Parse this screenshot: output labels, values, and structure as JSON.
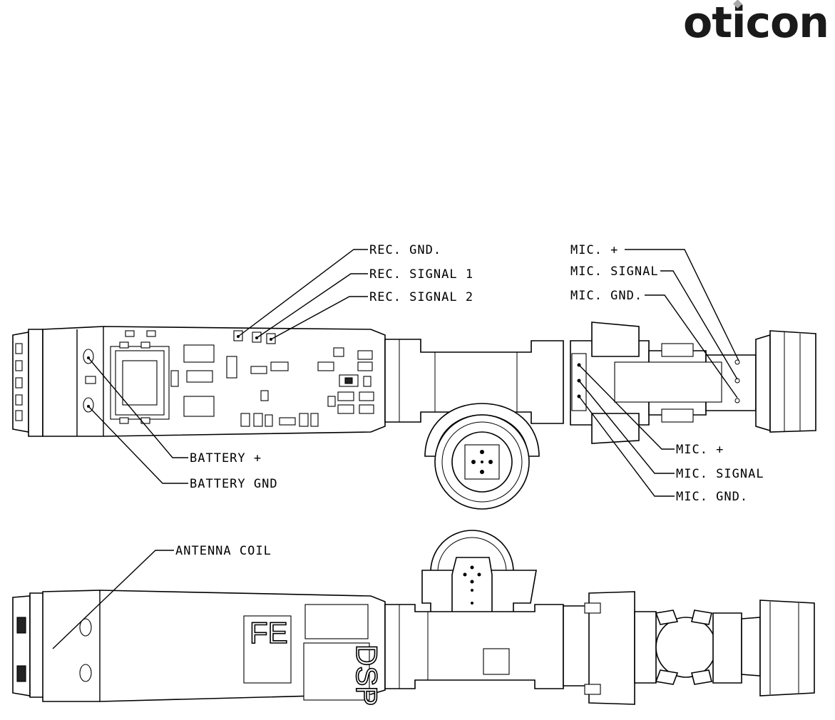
{
  "logo": {
    "text": "oticon",
    "dot_color": "#a8a8a8"
  },
  "top_view": {
    "labels": {
      "rec_gnd": "REC. GND.",
      "rec_signal_1": "REC. SIGNAL 1",
      "rec_signal_2": "REC. SIGNAL 2",
      "mic_plus_top": "MIC. +",
      "mic_signal_top": "MIC. SIGNAL",
      "mic_gnd_top": "MIC. GND.",
      "battery_plus": "BATTERY +",
      "battery_gnd": "BATTERY GND",
      "mic_plus_bottom": "MIC. +",
      "mic_signal_bottom": "MIC. SIGNAL",
      "mic_gnd_bottom": "MIC. GND."
    }
  },
  "bottom_view": {
    "labels": {
      "antenna_coil": "ANTENNA COIL"
    },
    "chips": {
      "fe": "FE",
      "dsp": "DSP"
    }
  }
}
